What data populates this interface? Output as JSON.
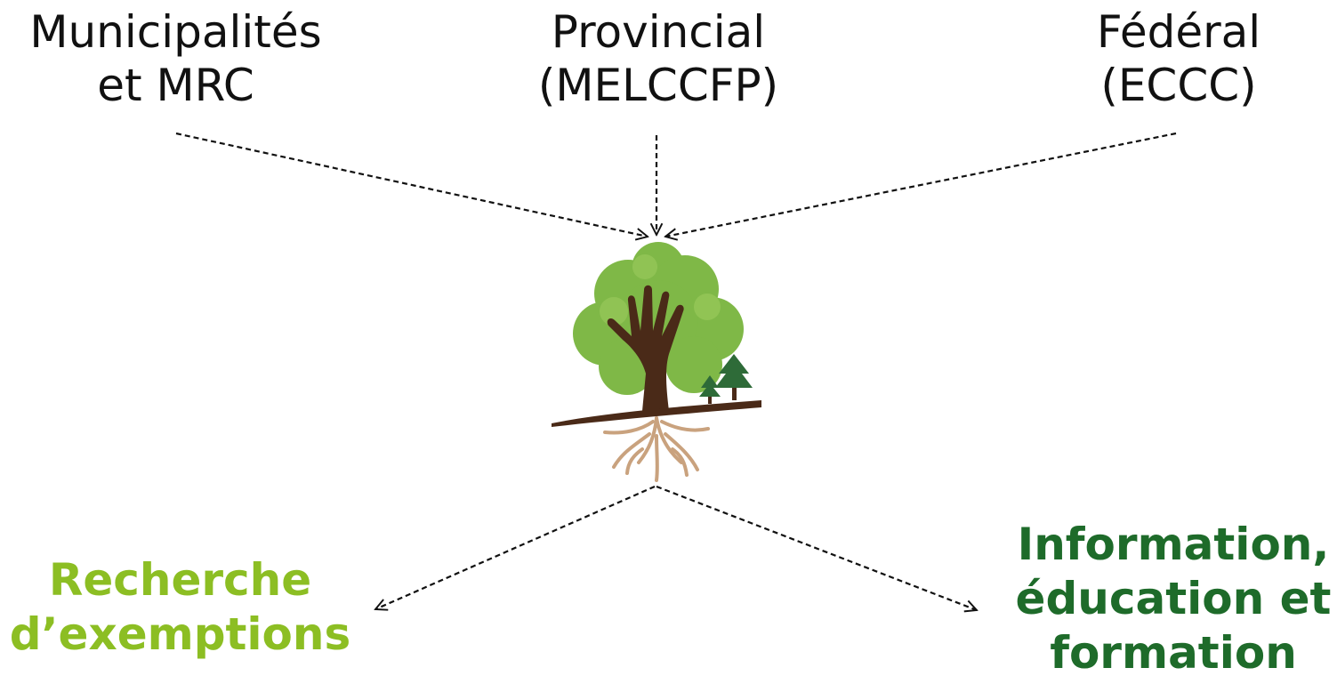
{
  "nodes": {
    "municipalites": {
      "line1": "Municipalités",
      "line2": "et MRC"
    },
    "provincial": {
      "line1": "Provincial",
      "line2": "(MELCCFP)"
    },
    "federal": {
      "line1": "Fédéral",
      "line2": "(ECCC)"
    },
    "recherche": {
      "line1": "Recherche",
      "line2": "d’exemptions",
      "color": "#8cbe23"
    },
    "information": {
      "line1": "Information,",
      "line2": "éducation et",
      "line3": "formation",
      "color": "#1e6b2a"
    }
  },
  "icons": {
    "center": "tree-hand-icon"
  },
  "colors": {
    "arrow": "#111111",
    "foliage": "#7fb847",
    "trunk": "#4a2a18",
    "roots": "#c9a27e",
    "pine": "#2e6b38"
  }
}
